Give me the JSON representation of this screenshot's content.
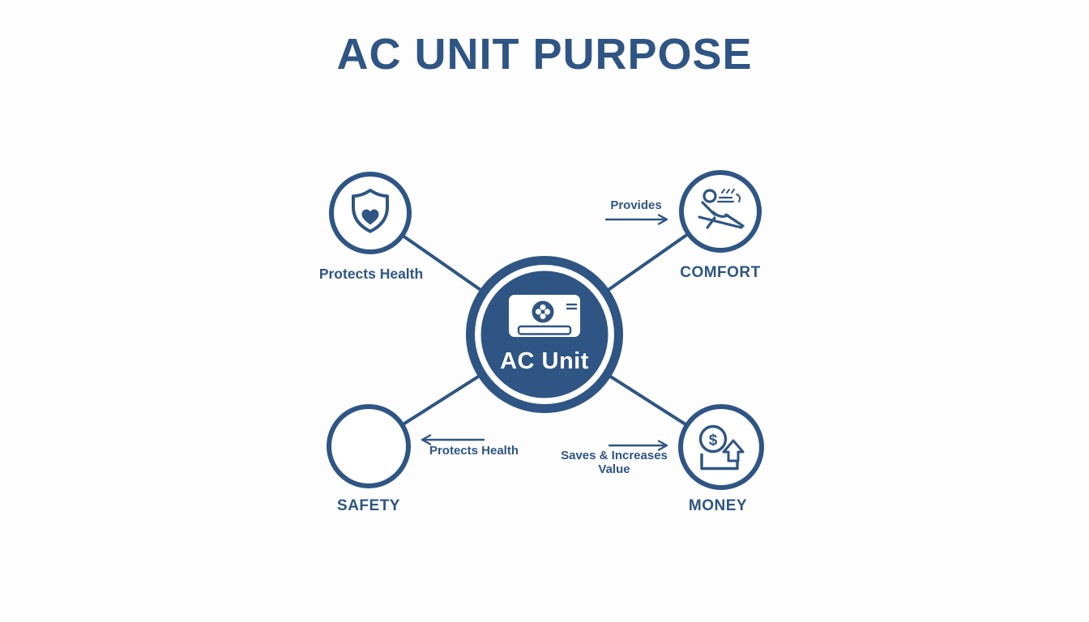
{
  "title": "AC UNIT PURPOSE",
  "colors": {
    "accent": "#2e5584",
    "bg": "#fdfdfd",
    "white": "#ffffff"
  },
  "center": {
    "label": "AC Unit",
    "icon": "ac-unit-icon"
  },
  "nodes": {
    "health": {
      "label": "Protects Health",
      "icon": "shield-heart-icon"
    },
    "comfort": {
      "label": "COMFORT",
      "icon": "person-relaxing-icon"
    },
    "safety": {
      "label": "SAFETY",
      "icon": "empty"
    },
    "money": {
      "label": "MONEY",
      "icon": "dollar-growth-icon"
    }
  },
  "annotations": {
    "provides": {
      "text": "Provides",
      "direction": "right"
    },
    "protects_health": {
      "text": "Protects Health",
      "direction": "left"
    },
    "saves_value": {
      "text": "Saves & Increases Value",
      "direction": "right"
    }
  },
  "glyphs": {
    "dollar": "$"
  }
}
